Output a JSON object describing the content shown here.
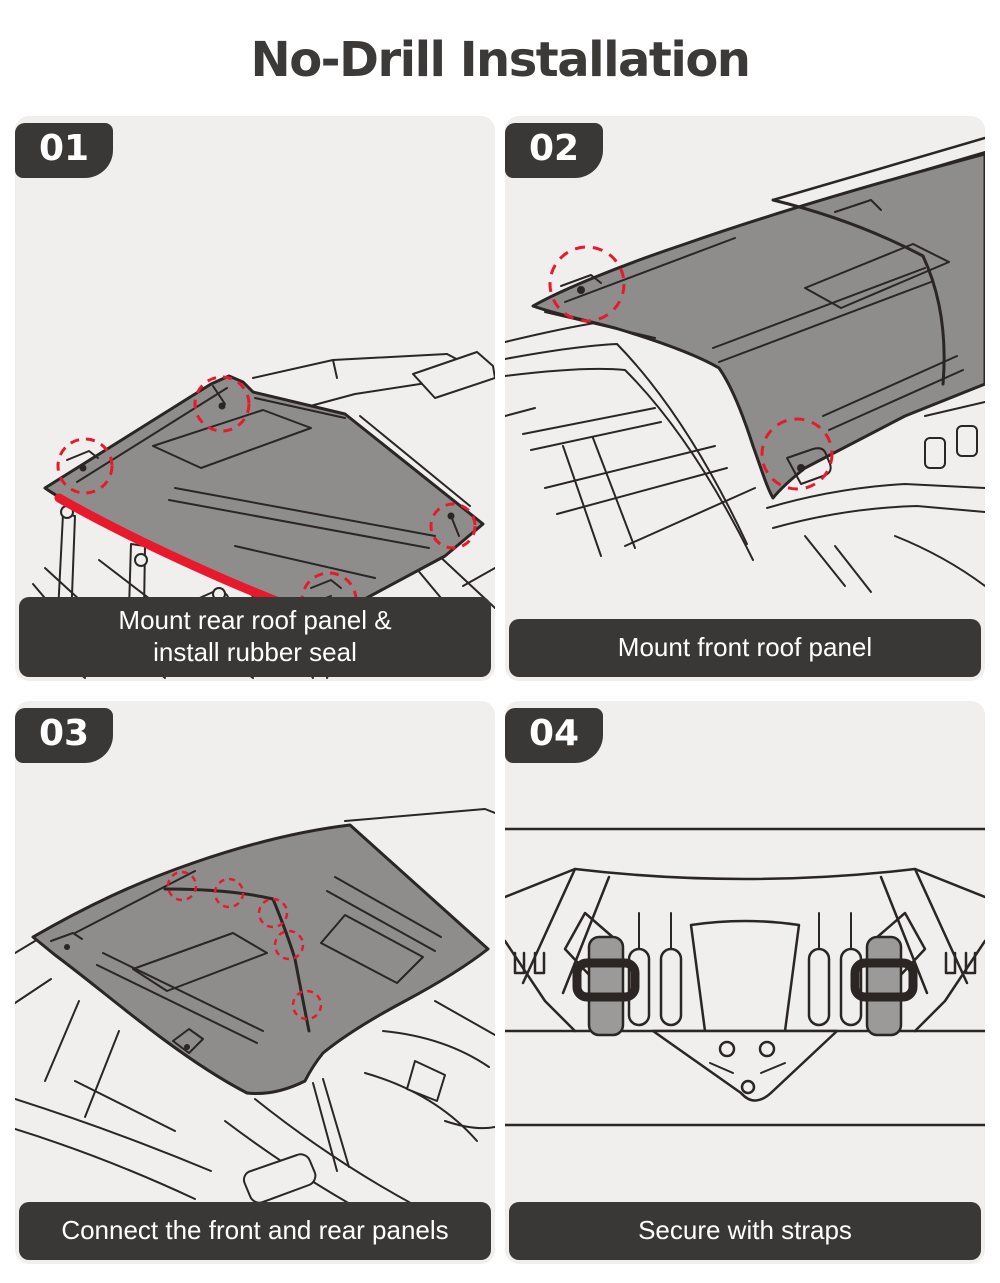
{
  "title": "No-Drill Installation",
  "colors": {
    "page-bg": "#ffffff",
    "panel-bg": "#f0efed",
    "badge-bg": "#393837",
    "caption-bg": "#393837",
    "title-color": "#3b3a39",
    "text-light": "#ffffff",
    "line-color": "#2b2524",
    "roof-gray": "#8e8d8b",
    "strap-gray": "#9b9a98",
    "accent-red": "#e8192c"
  },
  "steps": [
    {
      "number": "01",
      "caption_line1": "Mount rear roof panel &",
      "caption_line2": "install rubber seal",
      "illustration": "rear-roof-panel-with-rubber-seal"
    },
    {
      "number": "02",
      "caption_line1": "Mount front roof panel",
      "illustration": "front-roof-panel"
    },
    {
      "number": "03",
      "caption_line1": "Connect the front and rear panels",
      "illustration": "front-and-rear-panels-connected"
    },
    {
      "number": "04",
      "caption_line1": "Secure with straps",
      "illustration": "roof-securing-straps"
    }
  ]
}
